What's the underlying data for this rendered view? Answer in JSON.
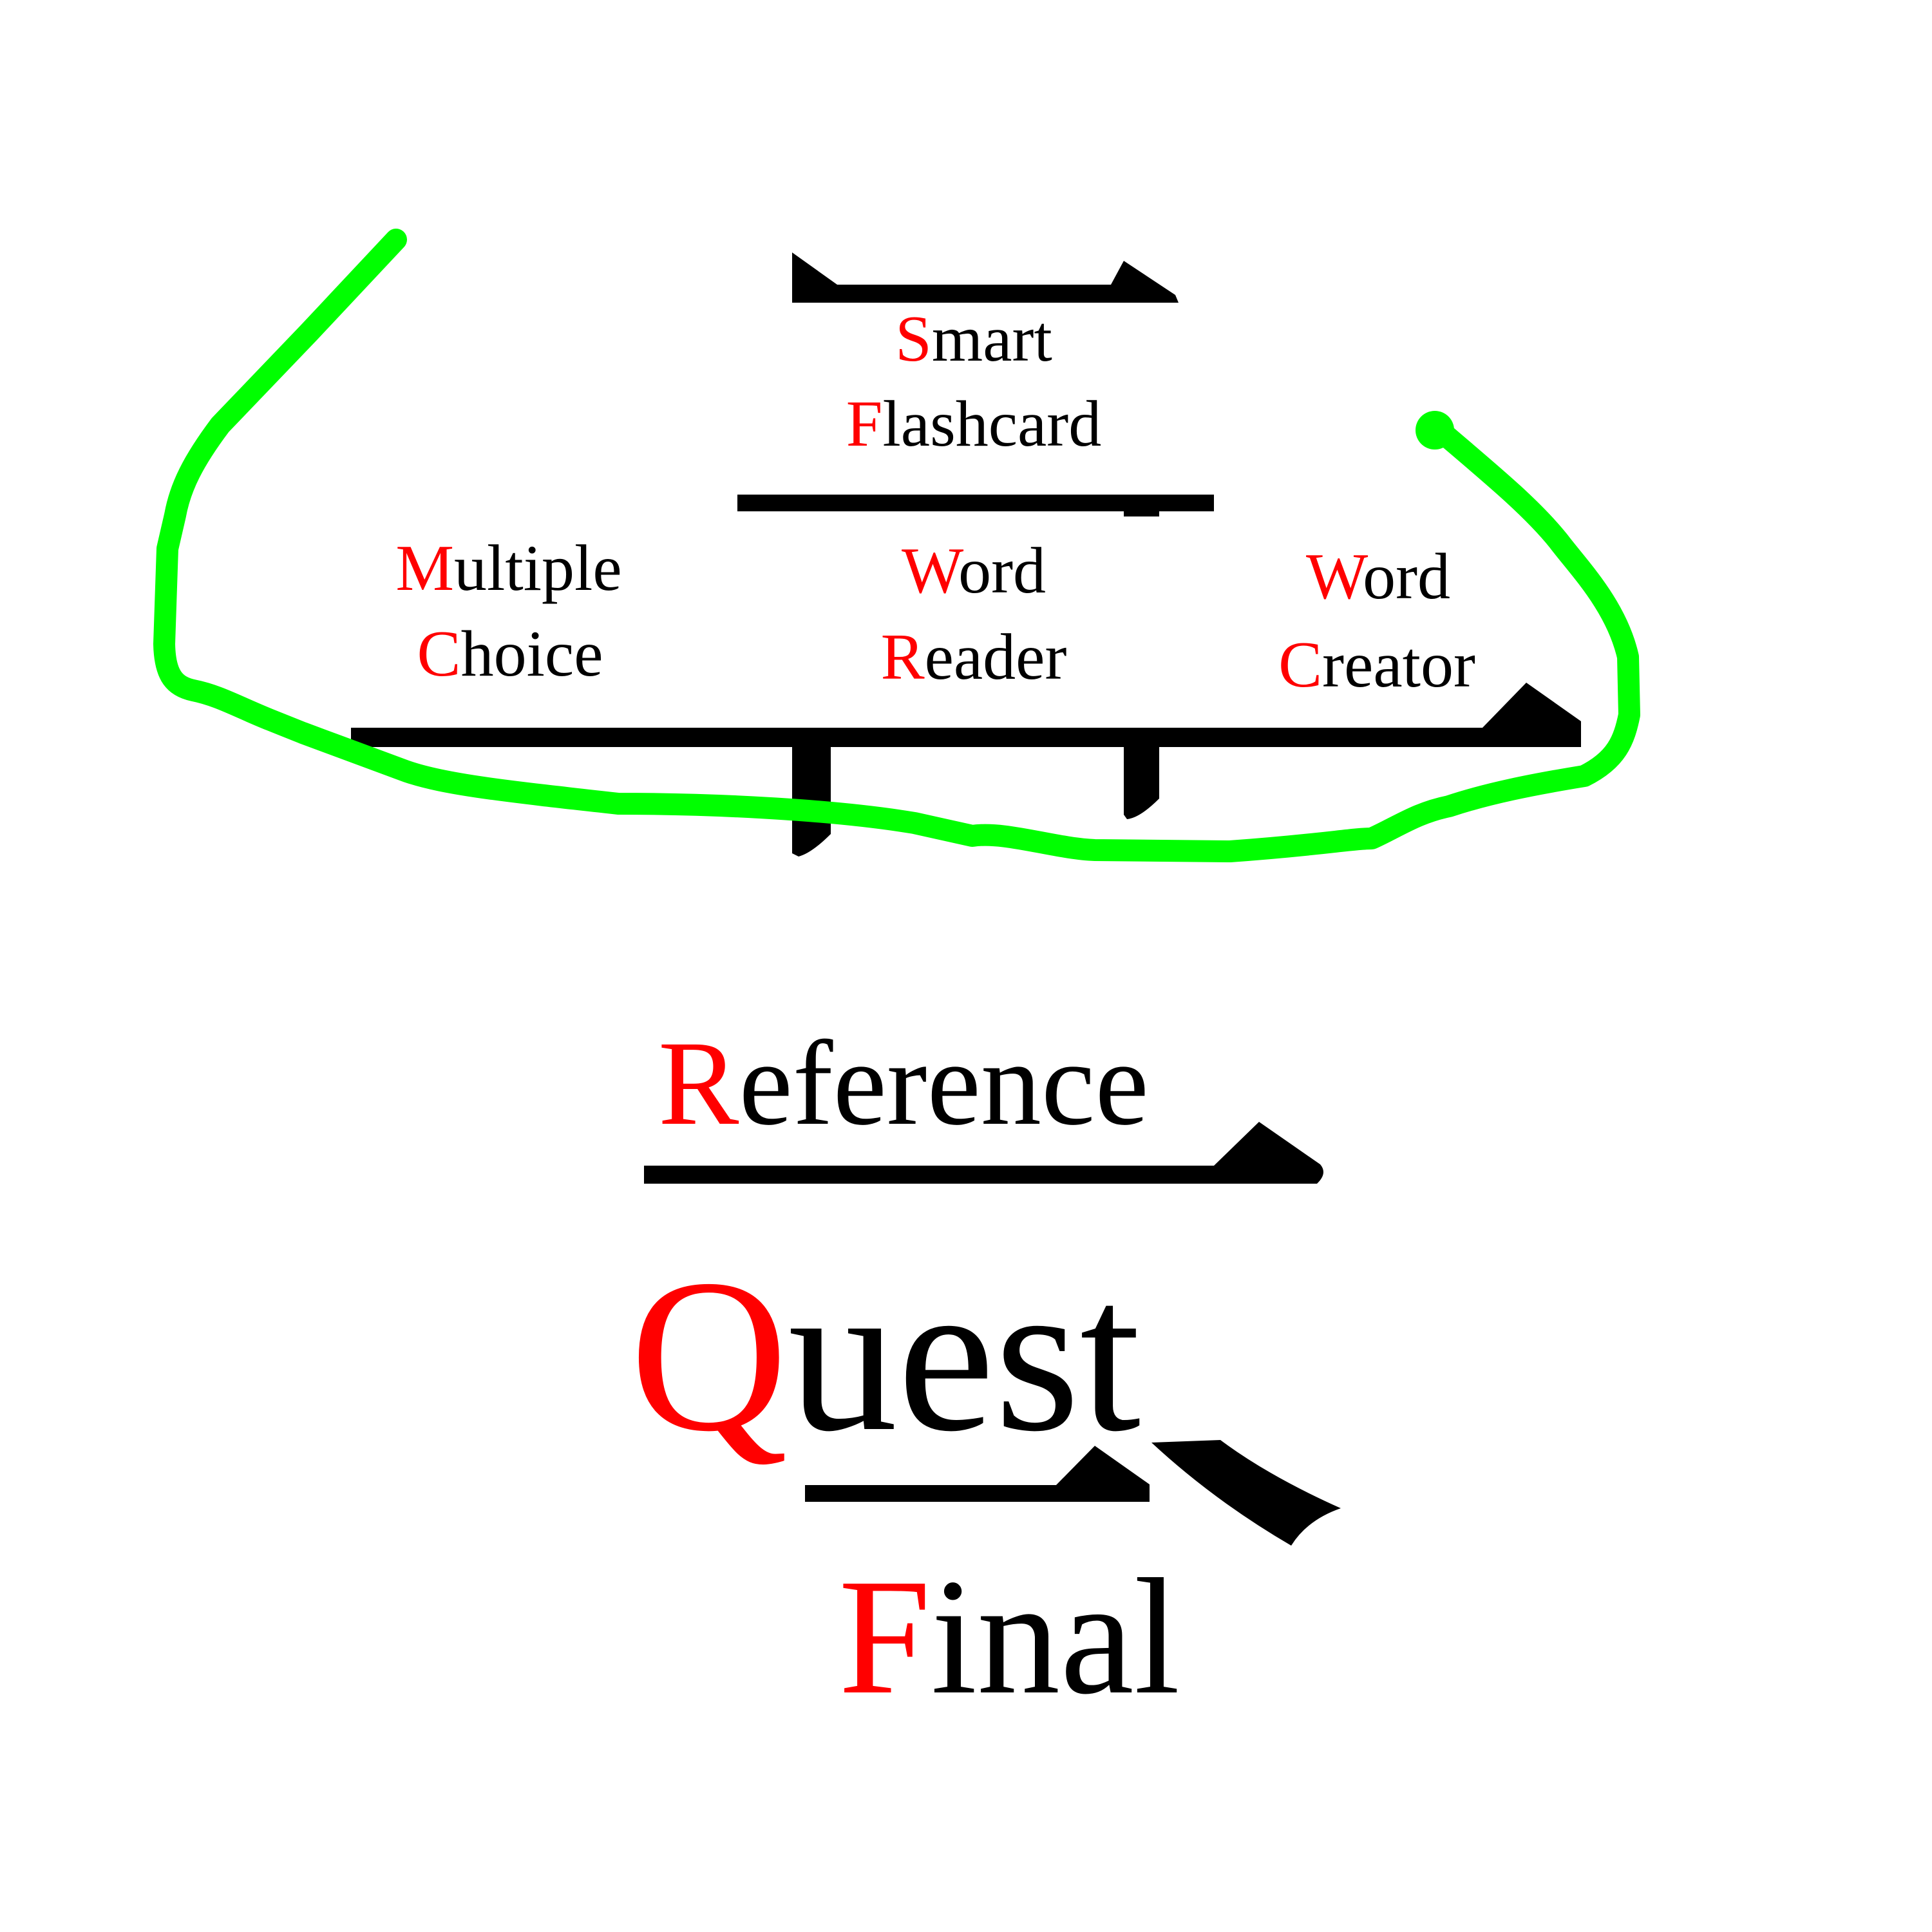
{
  "colors": {
    "initial": "#ff0000",
    "text": "#000000",
    "lines": "#000000",
    "highlight_stroke": "#00ff00",
    "background": "#ffffff"
  },
  "menu": {
    "smart": {
      "initial": "S",
      "rest": "mart"
    },
    "flashcard": {
      "initial": "F",
      "rest": "lashcard"
    },
    "multiple": {
      "initial": "M",
      "rest": "ultiple"
    },
    "choice": {
      "initial": "C",
      "rest": "hoice"
    },
    "word1": {
      "initial": "W",
      "rest": "ord"
    },
    "reader": {
      "initial": "R",
      "rest": "eader"
    },
    "word2": {
      "initial": "W",
      "rest": "ord"
    },
    "creator": {
      "initial": "C",
      "rest": "reator"
    }
  },
  "title": {
    "reference": {
      "initial": "R",
      "rest": "eference"
    },
    "quest": {
      "initial": "Q",
      "rest": "uest"
    },
    "final": {
      "initial": "F",
      "rest": "inal"
    }
  },
  "highlight": {
    "shape": "hand-drawn green loop enclosing the top menu section"
  }
}
